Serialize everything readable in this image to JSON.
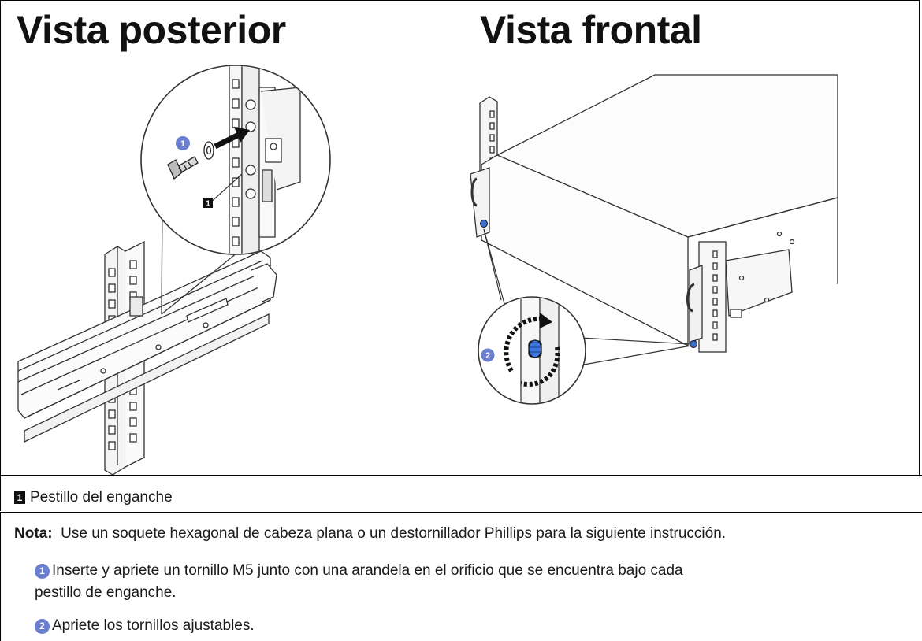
{
  "figure": {
    "rear_view_title": "Vista posterior",
    "front_view_title": "Vista frontal",
    "callout_1_number": "1",
    "step_1_badge": "1",
    "step_2_badge": "2",
    "step_color": "#6b7fd0",
    "arrow_color": "#111111"
  },
  "legend": {
    "callout_number": "1",
    "callout_text": "Pestillo del enganche"
  },
  "note": {
    "label": "Nota:",
    "text": "Use un soquete hexagonal de cabeza plana o un destornillador Phillips para la siguiente instrucción."
  },
  "steps": [
    {
      "number": "1",
      "line1": "Inserte y apriete un tornillo M5 junto con una arandela en el orificio que se encuentra bajo cada",
      "line2": "pestillo de enganche."
    },
    {
      "number": "2",
      "line1": "Apriete los tornillos ajustables."
    }
  ]
}
